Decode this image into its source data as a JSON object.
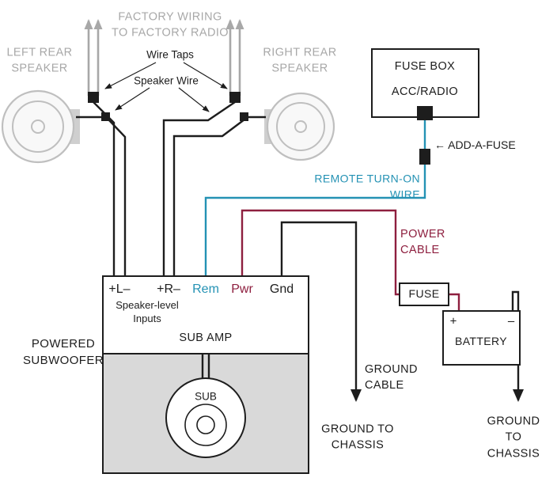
{
  "colors": {
    "gray": "#a8a8a8",
    "speaker": "#bfbfbf",
    "black": "#1d1d1d",
    "teal": "#2492b4",
    "maroon": "#8e1f3f",
    "enclosure": "#d9d9d9"
  },
  "factory": {
    "wiring_label": "FACTORY WIRING\nTO FACTORY RADIO",
    "left_speaker": "LEFT REAR\nSPEAKER",
    "right_speaker": "RIGHT REAR\nSPEAKER",
    "wire_taps": "Wire Taps",
    "speaker_wire": "Speaker Wire"
  },
  "fuse_box": {
    "title": "FUSE BOX",
    "circuit": "ACC/RADIO",
    "add_a_fuse": "← ADD-A-FUSE"
  },
  "remote": {
    "label": "REMOTE TURN-ON WIRE"
  },
  "power": {
    "cable_label": "POWER\nCABLE",
    "fuse": "FUSE",
    "battery": "BATTERY",
    "plus": "+",
    "minus": "–"
  },
  "amp": {
    "terminals": {
      "left": "+L–",
      "right": "+R–",
      "rem": "Rem",
      "pwr": "Pwr",
      "gnd": "Gnd"
    },
    "speaker_level_inputs": "Speaker-level\nInputs",
    "sub_amp": "SUB AMP",
    "powered_subwoofer": "POWERED\nSUBWOOFER",
    "sub": "SUB"
  },
  "ground": {
    "cable": "GROUND\nCABLE",
    "chassis_left": "GROUND TO\nCHASSIS",
    "chassis_right": "GROUND TO\nCHASSIS"
  }
}
